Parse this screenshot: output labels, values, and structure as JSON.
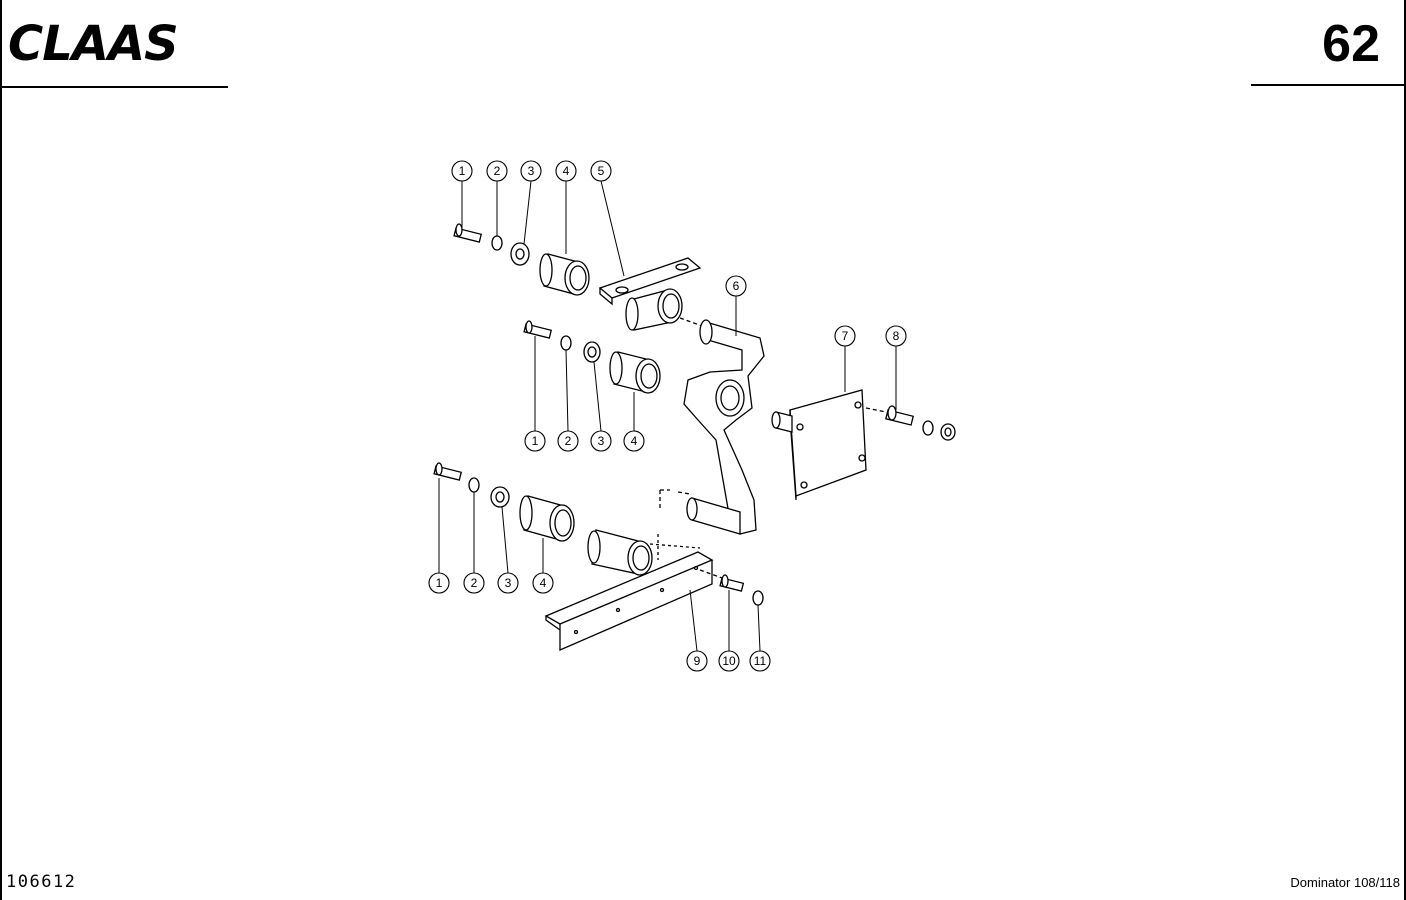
{
  "header": {
    "brand": "CLAAS",
    "page_number": "62"
  },
  "footer": {
    "drawing_number": "106612",
    "model": "Dominator 108/118"
  },
  "callouts": {
    "top": [
      "1",
      "2",
      "3",
      "4",
      "5"
    ],
    "arm": "6",
    "plate": "7",
    "bolt": "8",
    "middle": [
      "1",
      "2",
      "3",
      "4"
    ],
    "bottom": [
      "1",
      "2",
      "3",
      "4"
    ],
    "bracket": [
      "9",
      "10",
      "11"
    ]
  },
  "colors": {
    "ink": "#000000",
    "paper": "#ffffff"
  }
}
